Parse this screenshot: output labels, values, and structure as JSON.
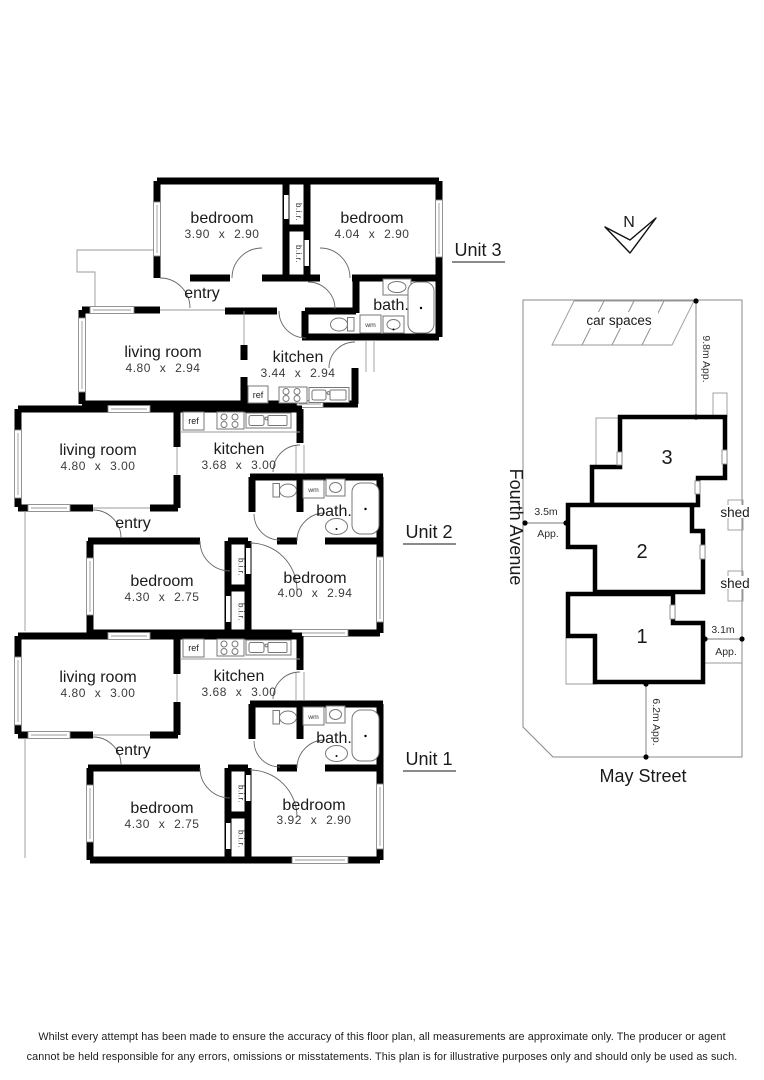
{
  "floorplan": {
    "fixtures": {
      "wm": "wm",
      "ref": "ref",
      "bir": "b.i.r.",
      "entry": "entry",
      "bath": "bath."
    },
    "unit3": {
      "label": "Unit 3",
      "bed1_name": "bedroom",
      "bed1_dims": "3.90 x 2.90",
      "bed2_name": "bedroom",
      "bed2_dims": "4.04 x 2.90",
      "living_name": "living room",
      "living_dims": "4.80 x 2.94",
      "kitchen_name": "kitchen",
      "kitchen_dims": "3.44 x 2.94"
    },
    "unit2": {
      "label": "Unit 2",
      "living_name": "living room",
      "living_dims": "4.80 x 3.00",
      "kitchen_name": "kitchen",
      "kitchen_dims": "3.68 x 3.00",
      "bed1_name": "bedroom",
      "bed1_dims": "4.30 x 2.75",
      "bed2_name": "bedroom",
      "bed2_dims": "4.00 x 2.94"
    },
    "unit1": {
      "label": "Unit 1",
      "living_name": "living room",
      "living_dims": "4.80 x 3.00",
      "kitchen_name": "kitchen",
      "kitchen_dims": "3.68 x 3.00",
      "bed1_name": "bedroom",
      "bed1_dims": "4.30 x 2.75",
      "bed2_name": "bedroom",
      "bed2_dims": "3.92 x 2.90"
    }
  },
  "site": {
    "north": "N",
    "car_spaces": "car spaces",
    "shed": "shed",
    "street_left": "Fourth Avenue",
    "street_bottom": "May Street",
    "unit3_num": "3",
    "unit2_num": "2",
    "unit1_num": "1",
    "dim_top": "9.8m App.",
    "dim_left_value": "3.5m",
    "dim_left_approx": "App.",
    "dim_right_value": "3.1m",
    "dim_right_approx": "App.",
    "dim_bottom": "6.2m App."
  },
  "disclaimer": {
    "line1": "Whilst every attempt has been made to ensure the accuracy of this floor plan, all measurements are approximate only. The producer or agent",
    "line2": "cannot be held responsible for any errors, omissions or misstatements. This plan is for illustrative purposes only and should only be used as such."
  }
}
